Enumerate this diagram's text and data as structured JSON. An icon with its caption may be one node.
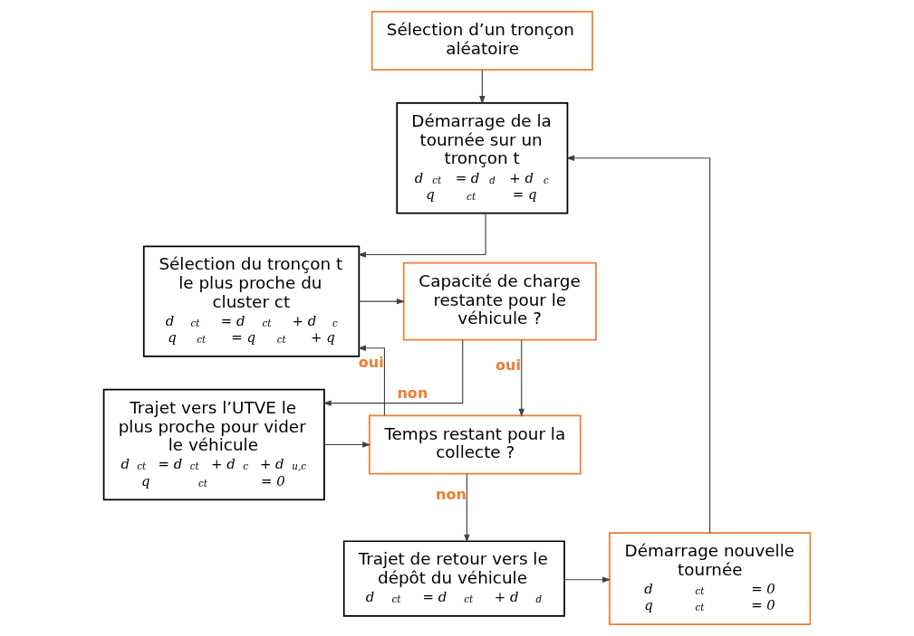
{
  "diagram": {
    "nodes": [
      {
        "text": [
          "Sélection d’un tronçon aléatoire"
        ]
      },
      {
        "text": [
          "Démarrage de la tournée sur un tronçon t",
          "d$_{ct}$ = d$_{d}$ + d$_{c}$",
          "q$_{ct}$ = q"
        ]
      },
      {
        "text": [
          "Sélection du tronçon t le plus proche du cluster ct",
          "d$_{ct}$ = d$_{ct}$ + d$_{c}$",
          "q$_{ct}$ = q$_{ct}$ + q"
        ]
      },
      {
        "text": [
          "Capacité de charge restante pour le véhicule ?"
        ]
      },
      {
        "text": [
          "Trajet vers l’UTVE le plus proche pour vider le véhicule",
          "d$_{ct}$ = d$_{ct}$ + d$_{c}$ + d$_{u,c}$",
          "q$_{ct}$ = 0"
        ]
      },
      {
        "text": [
          "Temps restant pour la collecte ?"
        ]
      },
      {
        "text": [
          "Trajet de retour vers le dépôt du véhicule",
          "d$_{ct}$ = d$_{ct}$ + d$_{d}$"
        ]
      },
      {
        "text": [
          "Démarrage nouvelle tournée",
          "d$_{ct}$ = 0",
          "q$_{ct}$ = 0"
        ]
      }
    ],
    "edges": [
      {
        "from": 0,
        "to": 1,
        "arrow": "to"
      },
      {
        "from": 1,
        "to": 2,
        "arrow": "to"
      },
      {
        "from": 2,
        "to": 3,
        "arrow": "to"
      },
      {
        "from": 3,
        "to": 4,
        "arrow": "to",
        "label": "non"
      },
      {
        "from": 3,
        "to": 5,
        "arrow": "to",
        "label": "oui"
      },
      {
        "from": 4,
        "to": 5,
        "arrow": "to"
      },
      {
        "from": 5,
        "to": 2,
        "arrow": "to",
        "label": "oui"
      },
      {
        "from": 5,
        "to": 6,
        "arrow": "to",
        "label": "non"
      },
      {
        "from": 6,
        "to": 7,
        "arrow": "to"
      },
      {
        "from": 7,
        "to": 1,
        "arrow": "to"
      }
    ]
  }
}
